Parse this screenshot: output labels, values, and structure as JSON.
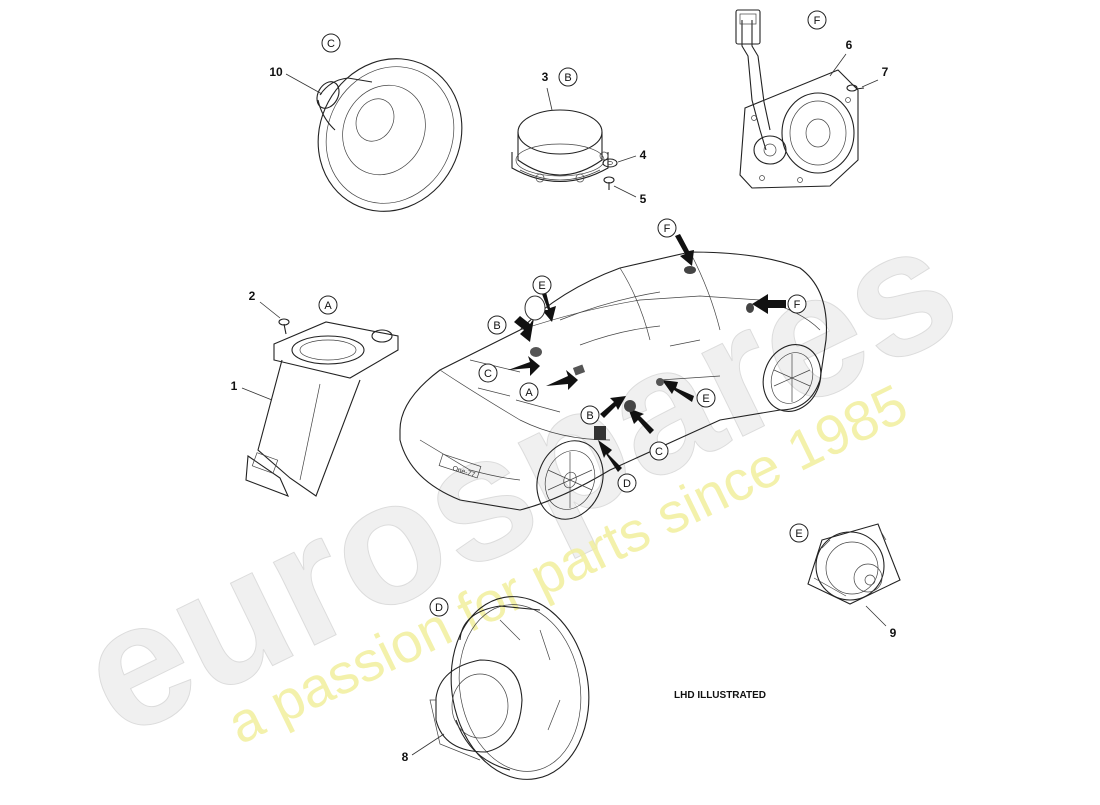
{
  "watermark": {
    "brand": "eurospares",
    "slogan": "a passion for parts since 1985",
    "brand_color": "#e8e8e8",
    "slogan_color": "#f3f1a8"
  },
  "note": "LHD ILLUSTRATED",
  "callout_numbers": {
    "n1": "1",
    "n2": "2",
    "n3": "3",
    "n4": "4",
    "n5": "5",
    "n6": "6",
    "n7": "7",
    "n8": "8",
    "n9": "9",
    "n10": "10"
  },
  "group_letters": {
    "A": "A",
    "B": "B",
    "C": "C",
    "D": "D",
    "E": "E",
    "F": "F"
  },
  "car_badge": "One-77"
}
